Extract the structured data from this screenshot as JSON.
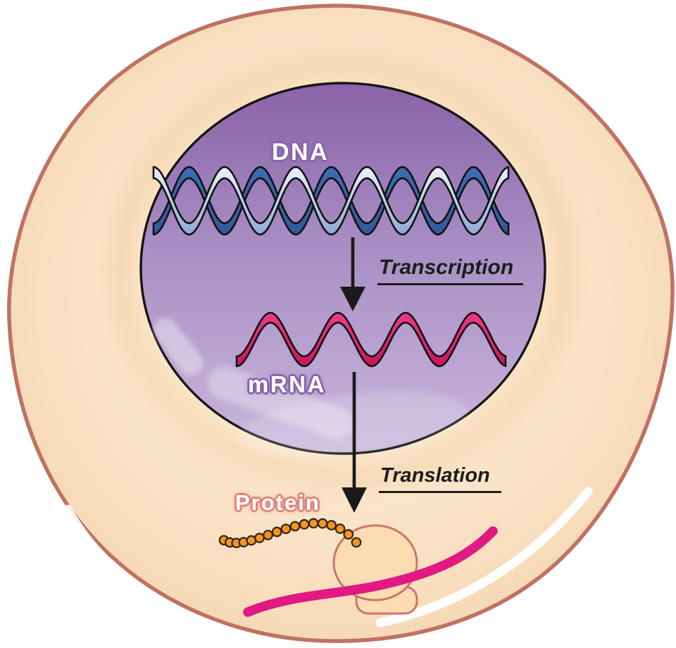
{
  "diagram": {
    "title": "Protein synthesis in a cell (transcription and translation)",
    "labels": {
      "dna": "DNA",
      "mrna": "mRNA",
      "protein": "Protein",
      "transcription": "Transcription",
      "translation": "Translation"
    },
    "flow": [
      {
        "from": "DNA",
        "process": "Transcription",
        "to": "mRNA",
        "location": "nucleus"
      },
      {
        "from": "mRNA",
        "process": "Translation",
        "to": "Protein",
        "location": "cytoplasm"
      }
    ],
    "colors": {
      "label_text": "#ffffff",
      "label_glow_purple": "#8a63ad",
      "label_glow_coral": "#e2857a",
      "process_text": "#1d1d1b",
      "arrow": "#1a1a1a",
      "cell_fill_light": "#fdeeda",
      "cell_fill": "#fbe5c9",
      "cell_fill_mid": "#f9dfc0",
      "cell_fill_rim": "#f5d8b4",
      "cell_membrane": "#bf7263",
      "cell_inner_shade": "#f1cfa4",
      "nucleus_top": "#8a62a8",
      "nucleus_mid": "#a98fc4",
      "nucleus_bottom": "#c9b6dc",
      "nucleus_outline": "#151515",
      "dna_strand_dark": "#3e6bb3",
      "dna_strand_dark2": "#33599d",
      "dna_strand_light": "#eef2fa",
      "dna_strand_light2": "#8fa8d6",
      "mrna_pink": "#ee3a86",
      "mrna_pink_dark": "#c8175f",
      "mrna_strand": "#e01a82",
      "protein_bead": "#f5941e",
      "bead_outline": "#30261d",
      "ribosome_fill": "#fcdcb2",
      "ribosome_outline": "#c9776b"
    }
  }
}
